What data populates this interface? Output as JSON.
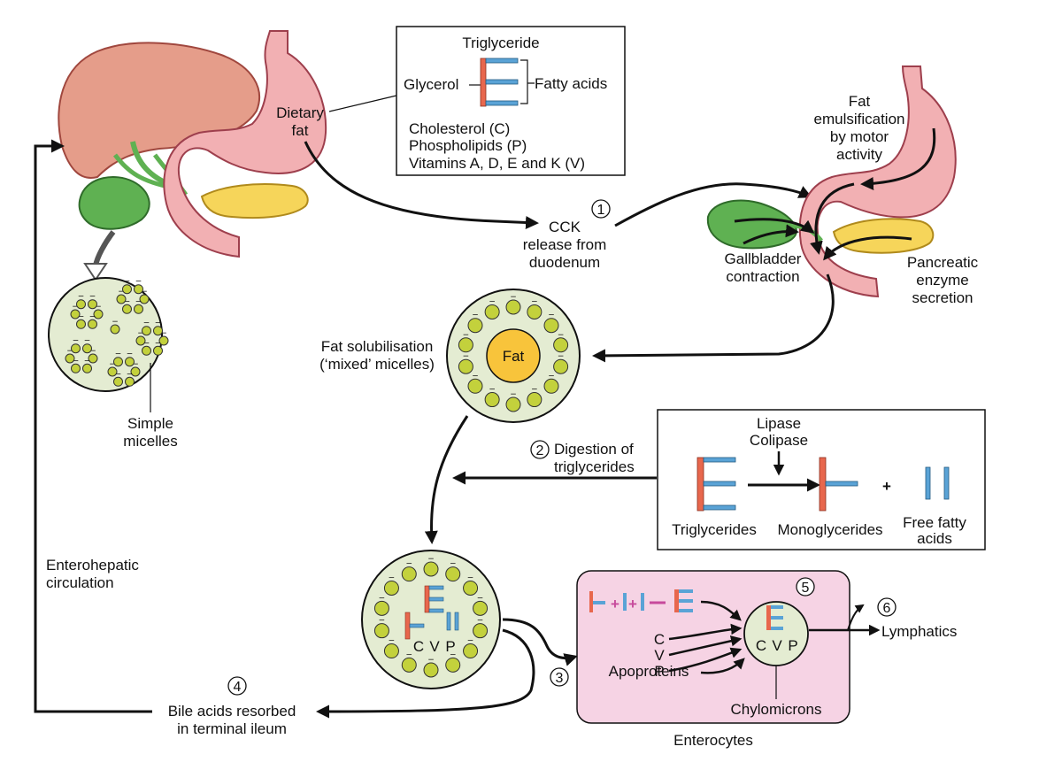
{
  "colors": {
    "liver": "#e59d8a",
    "liver_edge": "#a0473e",
    "stomach": "#f2b0b3",
    "stomach_edge": "#9e3f4d",
    "gallbladder": "#5fb152",
    "pancreas": "#f6d55a",
    "micelle_bg": "#e4ecd2",
    "micelle_dot": "#c3d13c",
    "fat_core": "#f8c43b",
    "enterocyte_bg": "#f6d3e4",
    "glycerol_bar": "#e8674d",
    "fatty_acid_bar": "#5aa3d6",
    "arrow": "#111111",
    "plus": "#c74a9c"
  },
  "triglyceride_box": {
    "title": "Triglyceride",
    "glycerol": "Glycerol",
    "fatty_acids": "Fatty acids",
    "cholesterol": "Cholesterol (C)",
    "phospholipids": "Phospholipids (P)",
    "vitamins": "Vitamins A, D, E and K (V)"
  },
  "dietary_fat": {
    "line1": "Dietary",
    "line2": "fat"
  },
  "step1": {
    "number": "1",
    "line1": "CCK",
    "line2": "release from",
    "line3": "duodenum"
  },
  "emulsification": {
    "line1": "Fat",
    "line2": "emulsification",
    "line3": "by motor",
    "line4": "activity"
  },
  "gallbladder_contraction": {
    "line1": "Gallbladder",
    "line2": "contraction"
  },
  "pancreatic": {
    "line1": "Pancreatic",
    "line2": "enzyme",
    "line3": "secretion"
  },
  "simple_micelles": {
    "line1": "Simple",
    "line2": "micelles"
  },
  "fat_solubilisation": {
    "line1": "Fat solubilisation",
    "line2": "(‘mixed’ micelles)",
    "core": "Fat"
  },
  "step2": {
    "number": "2",
    "line1": "Digestion of",
    "line2": "triglycerides",
    "lipase": "Lipase",
    "colipase": "Colipase",
    "triglycerides": "Triglycerides",
    "monoglycerides": "Monoglycerides",
    "free_fa_line1": "Free fatty",
    "free_fa_line2": "acids",
    "plus": "+"
  },
  "enterohepatic": {
    "line1": "Enterohepatic",
    "line2": "circulation"
  },
  "mixed_micelle2": {
    "c": "C",
    "v": "V",
    "p": "P"
  },
  "step3": {
    "number": "3"
  },
  "step4": {
    "number": "4",
    "line1": "Bile acids resorbed",
    "line2": "in terminal ileum"
  },
  "enterocyte": {
    "title": "Enterocytes",
    "c": "C",
    "v": "V",
    "p": "P",
    "apoproteins": "Apoproteins",
    "chylomicrons": "Chylomicrons",
    "chylo_c": "C",
    "chylo_v": "V",
    "chylo_p": "P",
    "step5": "5"
  },
  "step6": {
    "number": "6",
    "label": "Lymphatics"
  },
  "charge_symbol": "−"
}
